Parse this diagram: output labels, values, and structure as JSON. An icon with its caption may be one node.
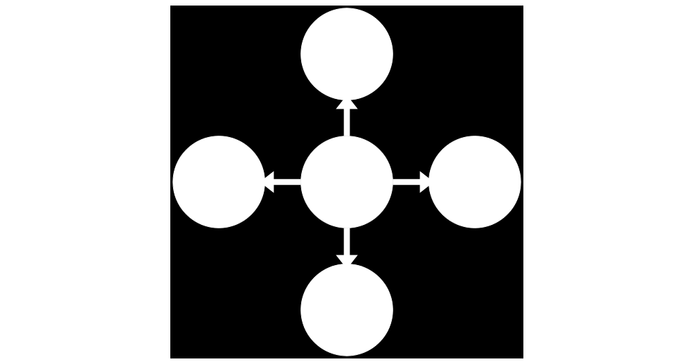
{
  "diagram": {
    "nodes": [
      {
        "text": [],
        "shape": "circle"
      },
      {
        "text": [],
        "shape": "circle"
      },
      {
        "text": [],
        "shape": "circle"
      },
      {
        "text": [],
        "shape": "circle"
      },
      {
        "text": [],
        "shape": "circle"
      }
    ],
    "edges": [
      {
        "from": 2,
        "to": 0,
        "arrow": "to"
      },
      {
        "from": 2,
        "to": 1,
        "arrow": "to"
      },
      {
        "from": 2,
        "to": 3,
        "arrow": "to"
      },
      {
        "from": 2,
        "to": 4,
        "arrow": "to"
      }
    ]
  }
}
